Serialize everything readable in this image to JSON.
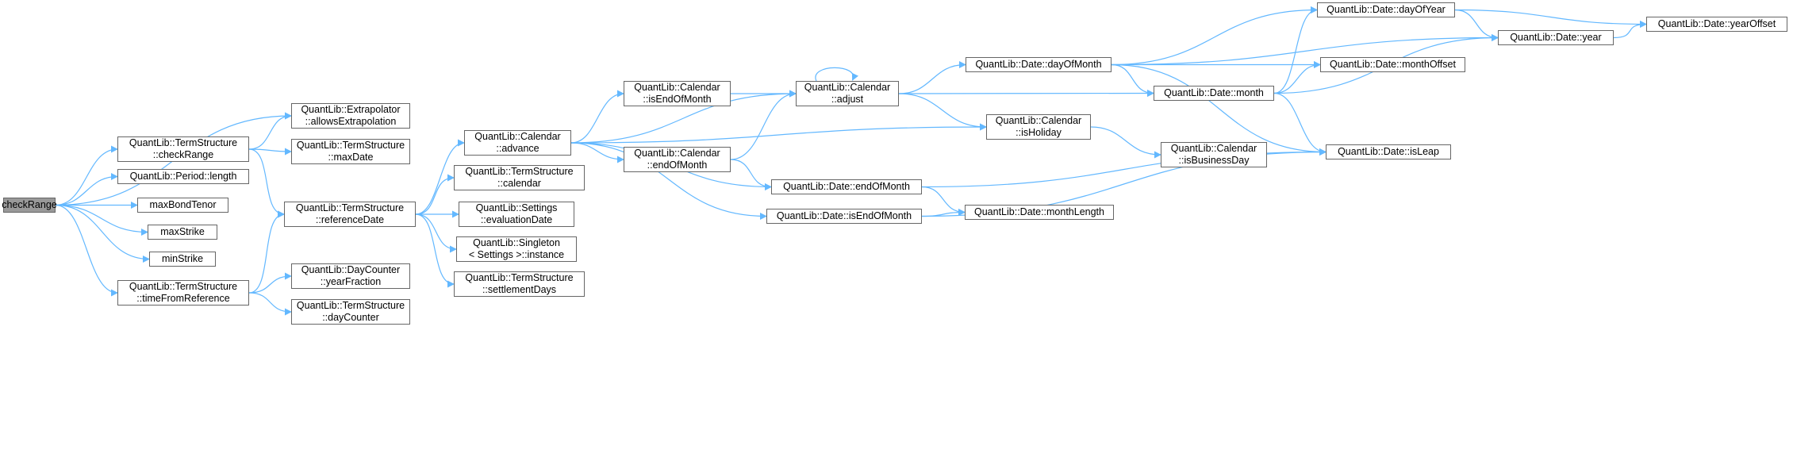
{
  "graph": {
    "colors": {
      "edge": "#63b8ff",
      "node_border": "#666666",
      "root_fill": "#999999",
      "node_fill": "#ffffff"
    },
    "nodes": [
      {
        "id": "checkRange",
        "lines": [
          "checkRange"
        ],
        "root": true
      },
      {
        "id": "ts_checkRange",
        "lines": [
          "QuantLib::TermStructure",
          "::checkRange"
        ]
      },
      {
        "id": "period_length",
        "lines": [
          "QuantLib::Period::length"
        ]
      },
      {
        "id": "maxBondTenor",
        "lines": [
          "maxBondTenor"
        ]
      },
      {
        "id": "maxStrike",
        "lines": [
          "maxStrike"
        ]
      },
      {
        "id": "minStrike",
        "lines": [
          "minStrike"
        ]
      },
      {
        "id": "ts_timeFromReference",
        "lines": [
          "QuantLib::TermStructure",
          "::timeFromReference"
        ]
      },
      {
        "id": "extrap_allows",
        "lines": [
          "QuantLib::Extrapolator",
          "::allowsExtrapolation"
        ]
      },
      {
        "id": "ts_maxDate",
        "lines": [
          "QuantLib::TermStructure",
          "::maxDate"
        ]
      },
      {
        "id": "ts_referenceDate",
        "lines": [
          "QuantLib::TermStructure",
          "::referenceDate"
        ]
      },
      {
        "id": "dc_yearFraction",
        "lines": [
          "QuantLib::DayCounter",
          "::yearFraction"
        ]
      },
      {
        "id": "ts_dayCounter",
        "lines": [
          "QuantLib::TermStructure",
          "::dayCounter"
        ]
      },
      {
        "id": "cal_advance",
        "lines": [
          "QuantLib::Calendar",
          "::advance"
        ]
      },
      {
        "id": "ts_calendar",
        "lines": [
          "QuantLib::TermStructure",
          "::calendar"
        ]
      },
      {
        "id": "settings_evalDate",
        "lines": [
          "QuantLib::Settings",
          "::evaluationDate"
        ]
      },
      {
        "id": "singleton_instance",
        "lines": [
          "QuantLib::Singleton",
          "< Settings >::instance"
        ]
      },
      {
        "id": "ts_settlementDays",
        "lines": [
          "QuantLib::TermStructure",
          "::settlementDays"
        ]
      },
      {
        "id": "cal_isEndOfMonth",
        "lines": [
          "QuantLib::Calendar",
          "::isEndOfMonth"
        ]
      },
      {
        "id": "cal_endOfMonth",
        "lines": [
          "QuantLib::Calendar",
          "::endOfMonth"
        ]
      },
      {
        "id": "cal_adjust",
        "lines": [
          "QuantLib::Calendar",
          "::adjust"
        ]
      },
      {
        "id": "date_endOfMonth",
        "lines": [
          "QuantLib::Date::endOfMonth"
        ]
      },
      {
        "id": "date_isEndOfMonth",
        "lines": [
          "QuantLib::Date::isEndOfMonth"
        ]
      },
      {
        "id": "date_dayOfMonth",
        "lines": [
          "QuantLib::Date::dayOfMonth"
        ]
      },
      {
        "id": "cal_isHoliday",
        "lines": [
          "QuantLib::Calendar",
          "::isHoliday"
        ]
      },
      {
        "id": "date_monthLength",
        "lines": [
          "QuantLib::Date::monthLength"
        ]
      },
      {
        "id": "date_month",
        "lines": [
          "QuantLib::Date::month"
        ]
      },
      {
        "id": "cal_isBusinessDay",
        "lines": [
          "QuantLib::Calendar",
          "::isBusinessDay"
        ]
      },
      {
        "id": "date_dayOfYear",
        "lines": [
          "QuantLib::Date::dayOfYear"
        ]
      },
      {
        "id": "date_monthOffset",
        "lines": [
          "QuantLib::Date::monthOffset"
        ]
      },
      {
        "id": "date_isLeap",
        "lines": [
          "QuantLib::Date::isLeap"
        ]
      },
      {
        "id": "date_year",
        "lines": [
          "QuantLib::Date::year"
        ]
      },
      {
        "id": "date_yearOffset",
        "lines": [
          "QuantLib::Date::yearOffset"
        ]
      }
    ],
    "edges": [
      [
        "checkRange",
        "extrap_allows"
      ],
      [
        "checkRange",
        "ts_checkRange"
      ],
      [
        "checkRange",
        "period_length"
      ],
      [
        "checkRange",
        "maxBondTenor"
      ],
      [
        "checkRange",
        "maxStrike"
      ],
      [
        "checkRange",
        "minStrike"
      ],
      [
        "checkRange",
        "ts_timeFromReference"
      ],
      [
        "ts_checkRange",
        "extrap_allows"
      ],
      [
        "ts_checkRange",
        "ts_maxDate"
      ],
      [
        "ts_checkRange",
        "ts_referenceDate"
      ],
      [
        "ts_timeFromReference",
        "ts_referenceDate"
      ],
      [
        "ts_timeFromReference",
        "dc_yearFraction"
      ],
      [
        "ts_timeFromReference",
        "ts_dayCounter"
      ],
      [
        "ts_referenceDate",
        "cal_advance"
      ],
      [
        "ts_referenceDate",
        "ts_calendar"
      ],
      [
        "ts_referenceDate",
        "settings_evalDate"
      ],
      [
        "ts_referenceDate",
        "singleton_instance"
      ],
      [
        "ts_referenceDate",
        "ts_settlementDays"
      ],
      [
        "cal_advance",
        "cal_isEndOfMonth"
      ],
      [
        "cal_advance",
        "cal_adjust"
      ],
      [
        "cal_advance",
        "cal_endOfMonth"
      ],
      [
        "cal_advance",
        "cal_isHoliday"
      ],
      [
        "cal_advance",
        "date_endOfMonth"
      ],
      [
        "cal_advance",
        "date_isEndOfMonth"
      ],
      [
        "cal_isEndOfMonth",
        "cal_adjust"
      ],
      [
        "cal_endOfMonth",
        "cal_adjust"
      ],
      [
        "cal_endOfMonth",
        "date_endOfMonth"
      ],
      [
        "cal_adjust",
        "cal_adjust"
      ],
      [
        "cal_adjust",
        "date_dayOfMonth"
      ],
      [
        "cal_adjust",
        "cal_isHoliday"
      ],
      [
        "cal_adjust",
        "date_month"
      ],
      [
        "date_endOfMonth",
        "date_monthLength"
      ],
      [
        "date_endOfMonth",
        "date_isLeap"
      ],
      [
        "date_isEndOfMonth",
        "date_monthLength"
      ],
      [
        "date_isEndOfMonth",
        "date_isLeap"
      ],
      [
        "date_dayOfMonth",
        "date_dayOfYear"
      ],
      [
        "date_dayOfMonth",
        "date_year"
      ],
      [
        "date_dayOfMonth",
        "date_monthOffset"
      ],
      [
        "date_dayOfMonth",
        "date_month"
      ],
      [
        "date_dayOfMonth",
        "date_isLeap"
      ],
      [
        "cal_isHoliday",
        "cal_isBusinessDay"
      ],
      [
        "date_month",
        "date_dayOfYear"
      ],
      [
        "date_month",
        "date_monthOffset"
      ],
      [
        "date_month",
        "date_year"
      ],
      [
        "date_month",
        "date_isLeap"
      ],
      [
        "date_dayOfYear",
        "date_year"
      ],
      [
        "date_dayOfYear",
        "date_yearOffset"
      ],
      [
        "date_year",
        "date_yearOffset"
      ]
    ]
  }
}
